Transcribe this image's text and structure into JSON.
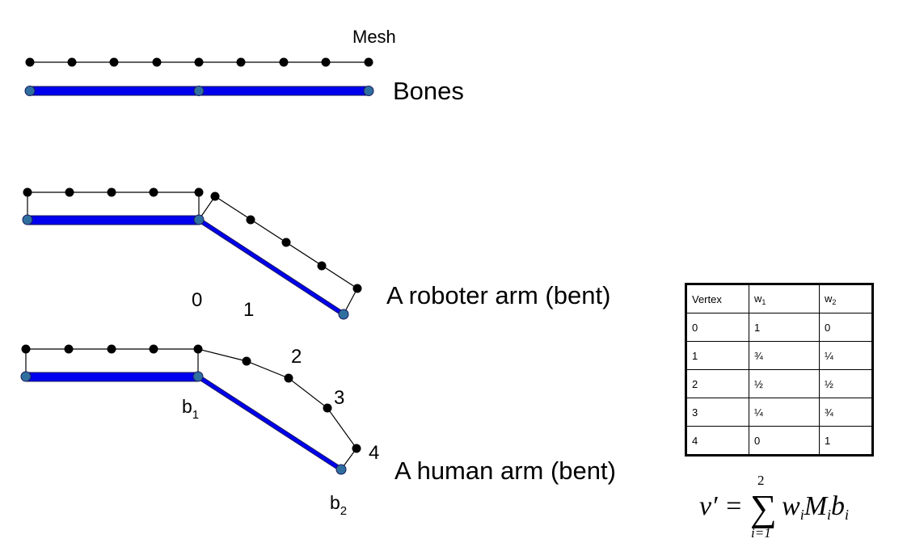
{
  "labels": {
    "mesh": "Mesh",
    "bones": "Bones",
    "robot_arm": "A roboter arm (bent)",
    "human_arm": "A human arm (bent)",
    "joint_0": "0",
    "joint_1": "1",
    "vertex_2": "2",
    "vertex_3": "3",
    "vertex_4": "4",
    "bone_b": "b",
    "bone_b1_sub": "1",
    "bone_b2_sub": "2"
  },
  "table": {
    "headers": {
      "vertex": "Vertex",
      "w": "w",
      "w1_sub": "1",
      "w2_sub": "2"
    },
    "rows": [
      {
        "vertex": "0",
        "w1": "1",
        "w2": "0"
      },
      {
        "vertex": "1",
        "w1": "¾",
        "w2": "¼"
      },
      {
        "vertex": "2",
        "w1": "½",
        "w2": "½"
      },
      {
        "vertex": "3",
        "w1": "¼",
        "w2": "¾"
      },
      {
        "vertex": "4",
        "w1": "0",
        "w2": "1"
      }
    ]
  },
  "formula": {
    "lhs": "v′ =",
    "sigma": "∑",
    "upper": "2",
    "lower": "i=1",
    "w": "w",
    "M": "M",
    "b": "b",
    "i": "i"
  },
  "colors": {
    "bone_fill": "#0000ee",
    "bone_outline": "#1a1a5e",
    "joint_fill": "#2f6f9f",
    "vertex_fill": "#000000"
  }
}
